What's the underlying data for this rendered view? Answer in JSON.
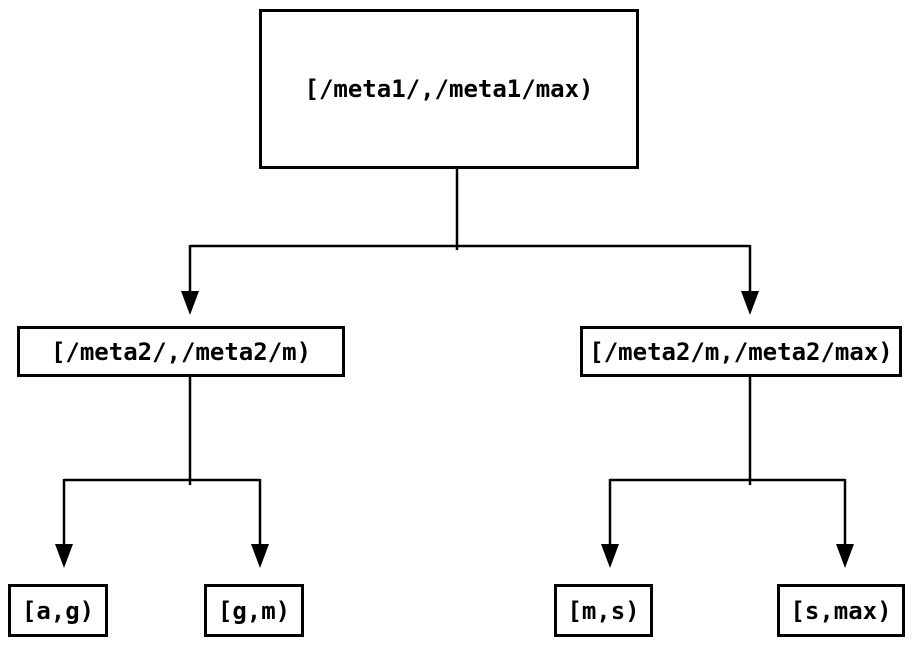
{
  "diagram": {
    "type": "interval-partition-tree",
    "colors": {
      "background": "#ffffff",
      "line": "#000000",
      "text": "#000000"
    },
    "nodes": {
      "root": {
        "label": "[/meta1/,/meta1/max)"
      },
      "mid_left": {
        "label": "[/meta2/,/meta2/m)"
      },
      "mid_right": {
        "label": "[/meta2/m,/meta2/max)"
      },
      "leaf_ag": {
        "label": "[a,g)"
      },
      "leaf_gm": {
        "label": "[g,m)"
      },
      "leaf_ms": {
        "label": "[m,s)"
      },
      "leaf_smax": {
        "label": "[s,max)"
      }
    },
    "edges": [
      {
        "from": "root",
        "to": "mid_left"
      },
      {
        "from": "root",
        "to": "mid_right"
      },
      {
        "from": "mid_left",
        "to": "leaf_ag"
      },
      {
        "from": "mid_left",
        "to": "leaf_gm"
      },
      {
        "from": "mid_right",
        "to": "leaf_ms"
      },
      {
        "from": "mid_right",
        "to": "leaf_smax"
      }
    ]
  }
}
